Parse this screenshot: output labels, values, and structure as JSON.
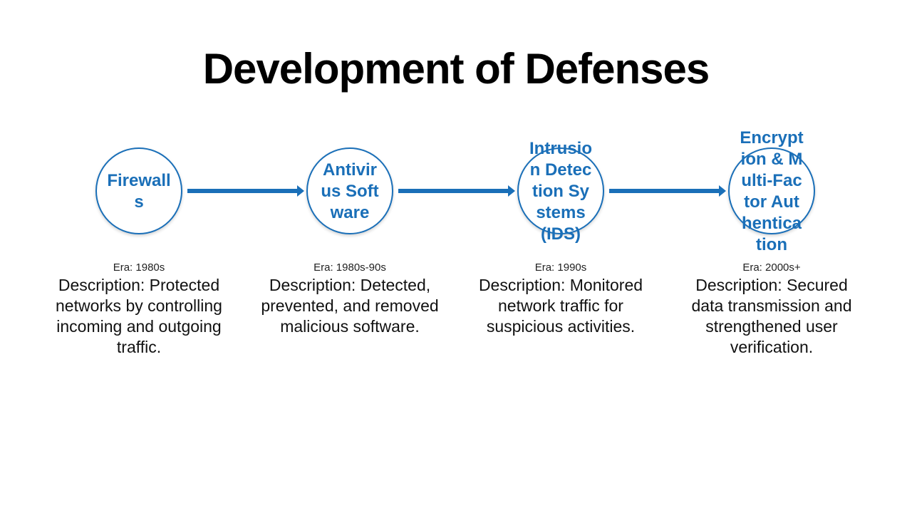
{
  "title": "Development of Defenses",
  "accent_color": "#1a6fb8",
  "nodes": [
    {
      "label": "Firewalls",
      "era": "Era: 1980s",
      "description": "Description: Protected networks by controlling incoming and outgoing traffic."
    },
    {
      "label": "Antivirus Software",
      "era": "Era: 1980s-90s",
      "description": "Description: Detected, prevented, and removed malicious software."
    },
    {
      "label": "Intrusion Detection Systems (IDS)",
      "era": "Era: 1990s",
      "description": "Description: Monitored network traffic for suspicious activities."
    },
    {
      "label": "Encryption & Multi-Factor Authentication",
      "era": "Era: 2000s+",
      "description": "Description: Secured data transmission and strengthened user verification."
    }
  ]
}
